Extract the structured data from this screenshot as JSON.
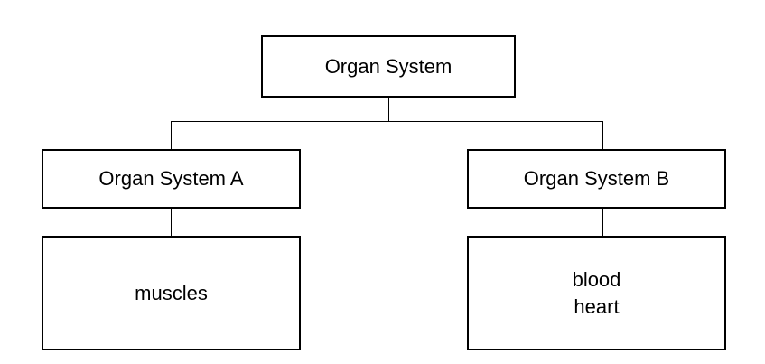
{
  "diagram": {
    "root": {
      "label": "Organ System"
    },
    "children": [
      {
        "label": "Organ System A",
        "details": [
          "muscles"
        ]
      },
      {
        "label": "Organ System B",
        "details": [
          "blood",
          "heart"
        ]
      }
    ]
  }
}
